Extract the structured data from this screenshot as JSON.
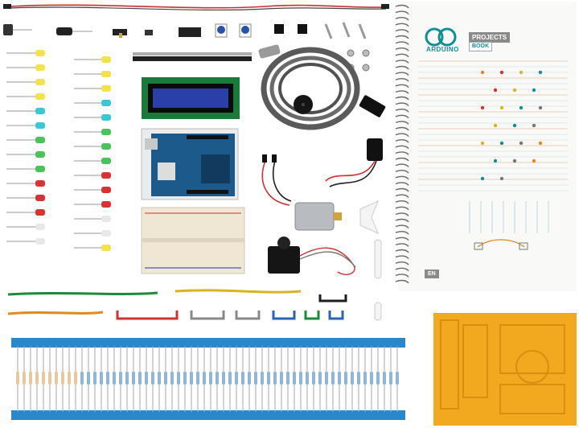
{
  "photo": {
    "subject": "Arduino starter kit contents flat lay",
    "projects_book": {
      "brand": "ARDUINO",
      "title": "PROJECTS",
      "subtitle": "BOOK",
      "language": "EN",
      "cover_color": "#f9f9f7",
      "accent_color": "#0f8f95"
    },
    "component_colors": {
      "board": "#1c5a8c",
      "breadboard": "#efe7d4",
      "lcd": "#2a3fa8",
      "cardboard_base": "#f2a81f",
      "resistor_tape": "#2a87c9",
      "cable": "#5a5a5a"
    }
  }
}
